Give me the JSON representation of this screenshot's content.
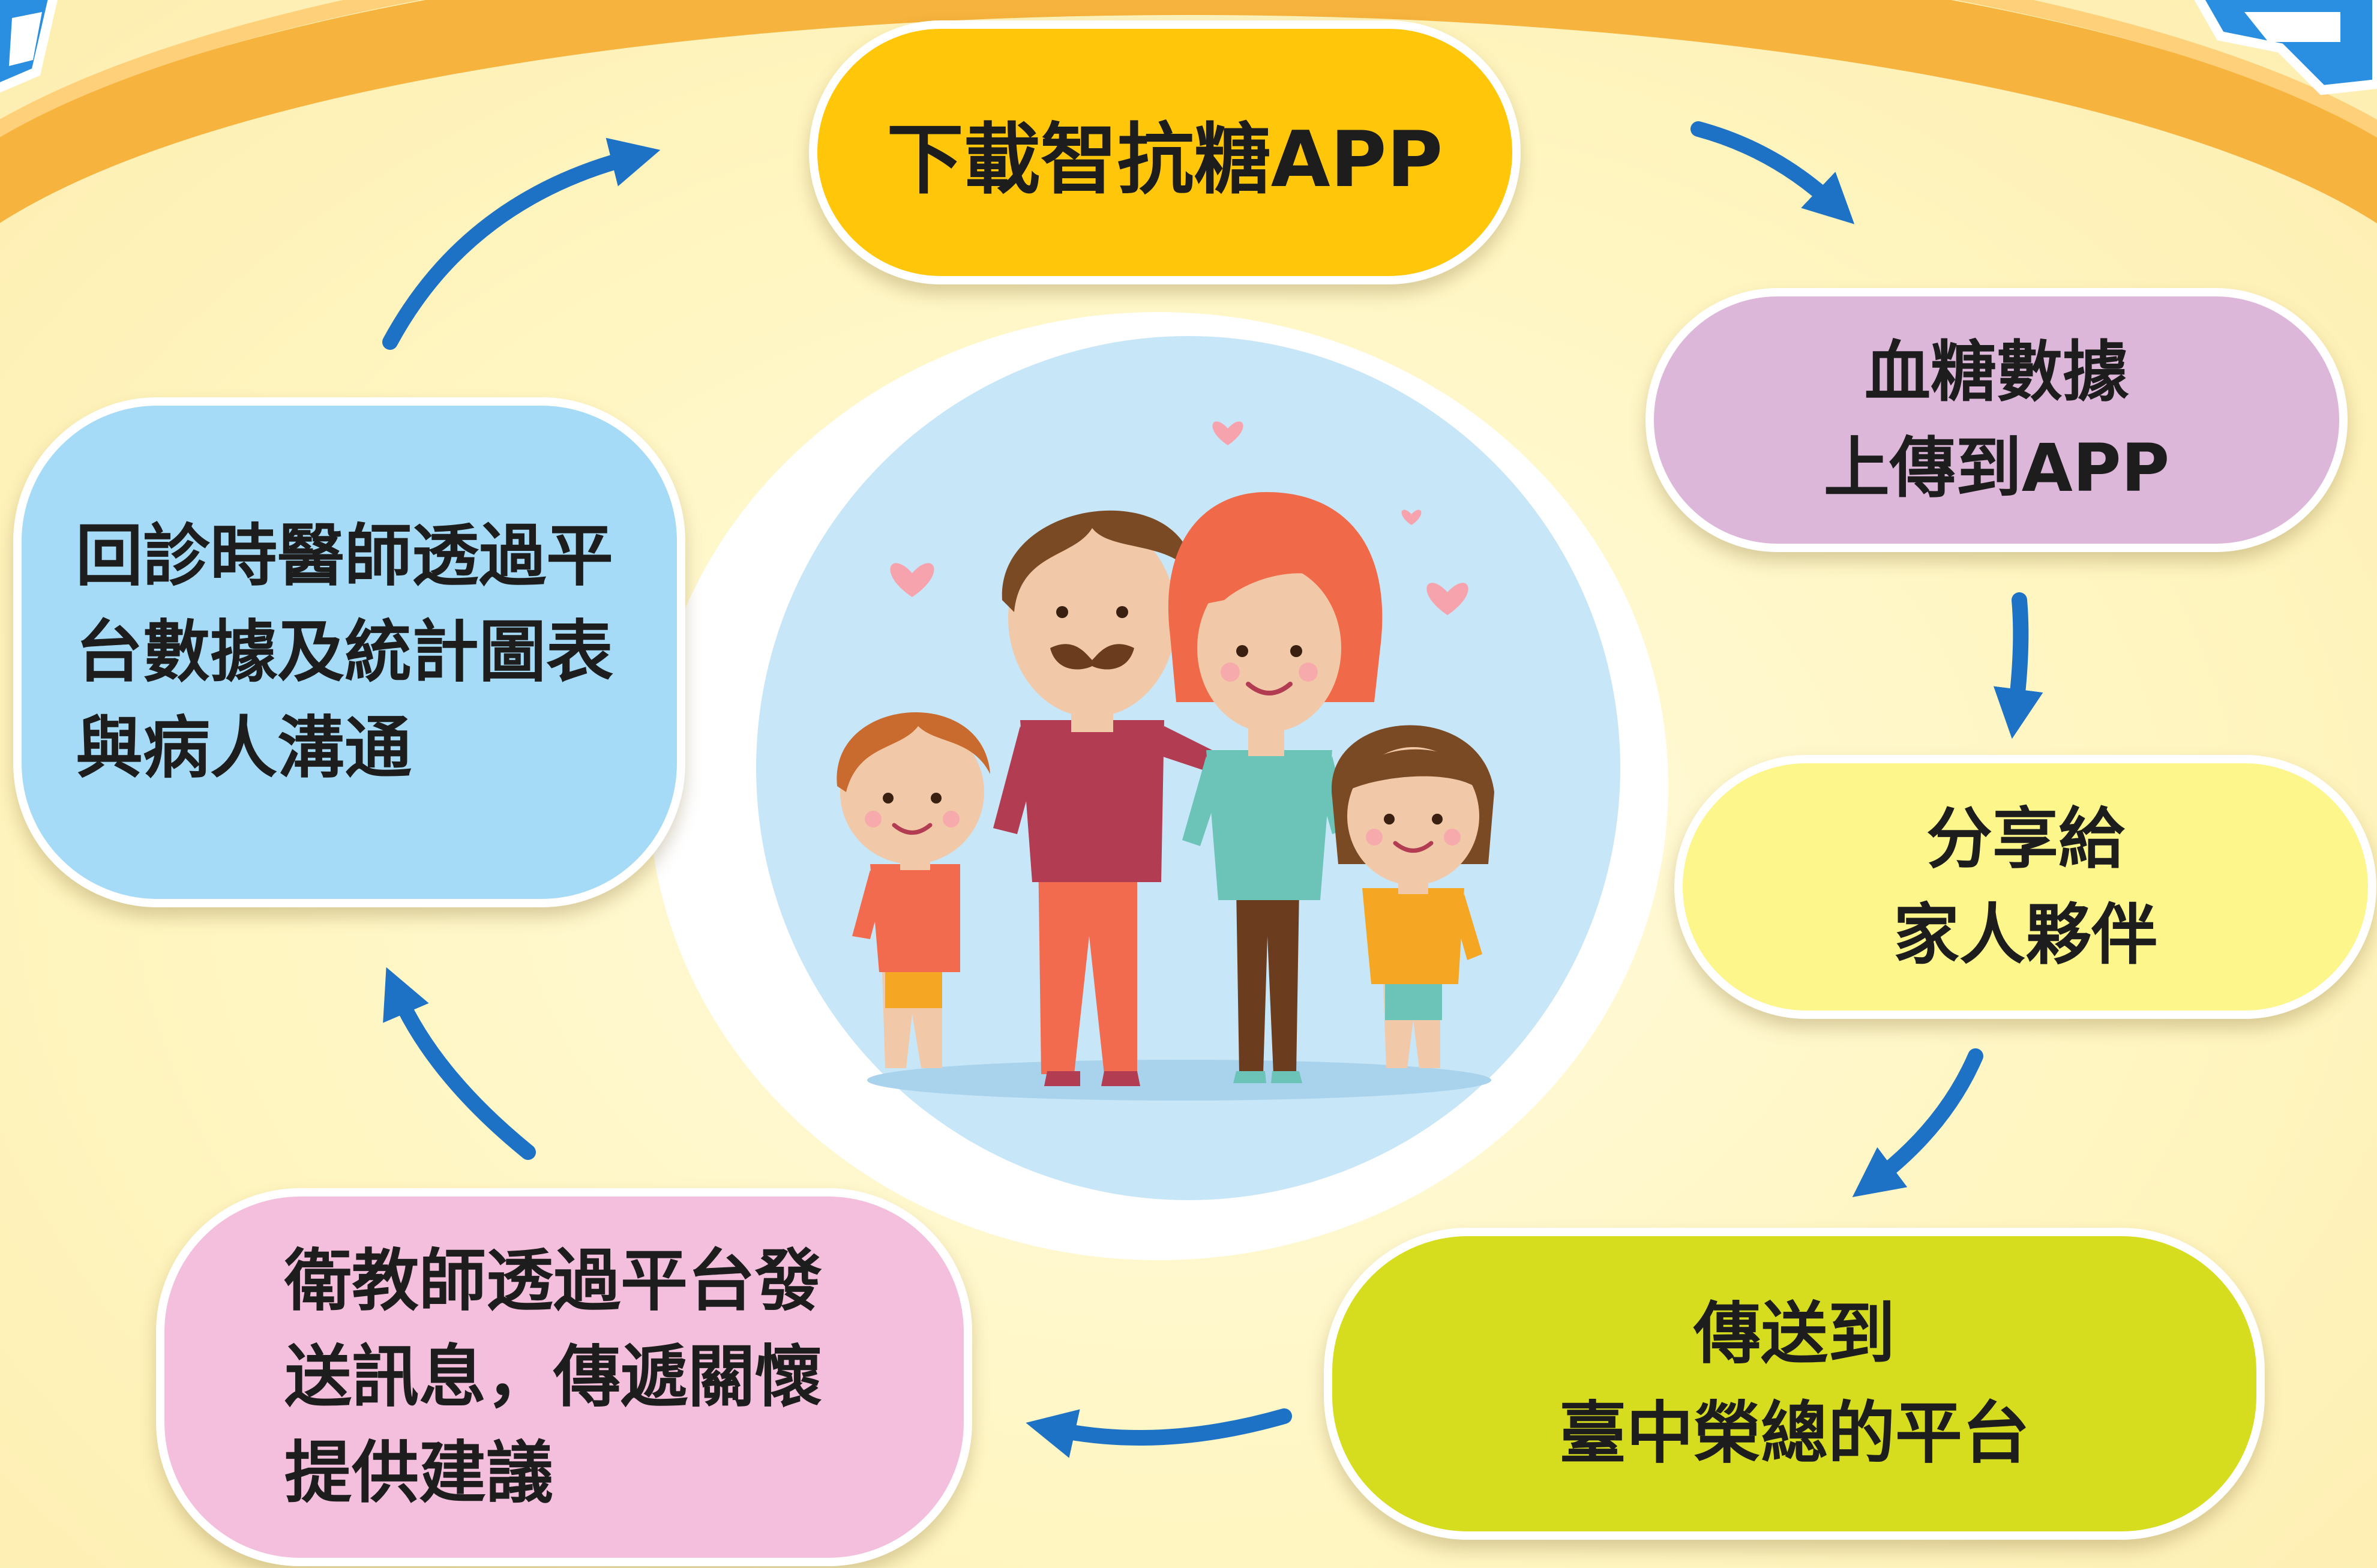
{
  "colors": {
    "arc": "#f6b33d",
    "arc_highlight": "#ffd07a",
    "arrow": "#1d72c5",
    "download_pill": "#ffc60a",
    "upload_pill": "#dcb7d9",
    "share_pill": "#fdf68a",
    "platform_pill": "#d6dc1e",
    "message_pill": "#f4bfdc",
    "visit_pill": "#a5dbf6",
    "circle_inner": "#c7e6f8",
    "heart": "#f7a3ad"
  },
  "icons": [
    "cycle-arrow-icon",
    "heart-icon",
    "family-illustration"
  ],
  "steps": {
    "download": {
      "lines": [
        "下載智抗糖APP"
      ]
    },
    "upload": {
      "lines": [
        "血糖數據",
        "上傳到APP"
      ]
    },
    "share": {
      "lines": [
        "分享給",
        "家人夥伴"
      ]
    },
    "platform": {
      "lines": [
        "傳送到",
        "臺中榮總的平台"
      ]
    },
    "message": {
      "lines": [
        "衛教師透過平台發",
        "送訊息，傳遞關懷",
        "提供建議"
      ]
    },
    "visit": {
      "lines": [
        "回診時醫師透過平",
        "台數據及統計圖表",
        "與病人溝通"
      ]
    }
  }
}
